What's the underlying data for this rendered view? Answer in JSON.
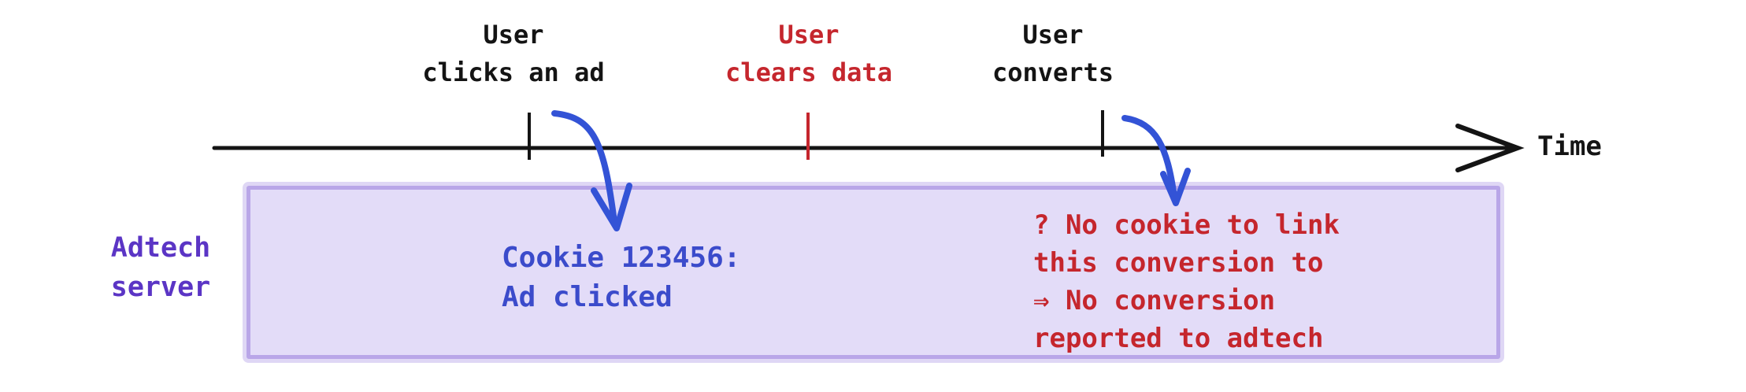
{
  "colors": {
    "ink": "#141414",
    "red": "#c5262d",
    "blue_text": "#3b4bcb",
    "arrow_blue": "#3353d6",
    "purple_text": "#5b35c5",
    "box_fill": "#e3dcf8",
    "box_border": "#b9a6e8"
  },
  "timeline": {
    "axis_label": "Time",
    "events": [
      {
        "line1": "User",
        "line2": "clicks an ad",
        "emphasis": "normal"
      },
      {
        "line1": "User",
        "line2": "clears data",
        "emphasis": "red"
      },
      {
        "line1": "User",
        "line2": "converts",
        "emphasis": "normal"
      }
    ]
  },
  "adtech_box": {
    "label_line1": "Adtech",
    "label_line2": "server",
    "cookie_note": {
      "line1": "Cookie 123456:",
      "line2": "Ad clicked"
    },
    "conversion_note": {
      "line1": "? No cookie to link",
      "line2": "this conversion to",
      "line3": "⇒ No conversion",
      "line4": "reported to adtech"
    }
  }
}
